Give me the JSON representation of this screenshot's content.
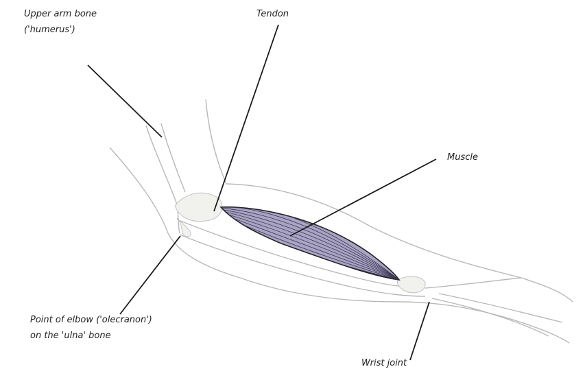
{
  "labels": {
    "humerus_line1": "Upper arm bone",
    "humerus_line2": "('humerus')",
    "tendon": "Tendon",
    "muscle": "Muscle",
    "olecranon_line1": "Point of elbow ('olecranon')",
    "olecranon_line2": "on the 'ulna' bone",
    "wrist": "Wrist joint"
  },
  "colors": {
    "muscle": "#a9a3c4",
    "outline": "#b8b8bc",
    "leader": "#1a1a1a"
  }
}
